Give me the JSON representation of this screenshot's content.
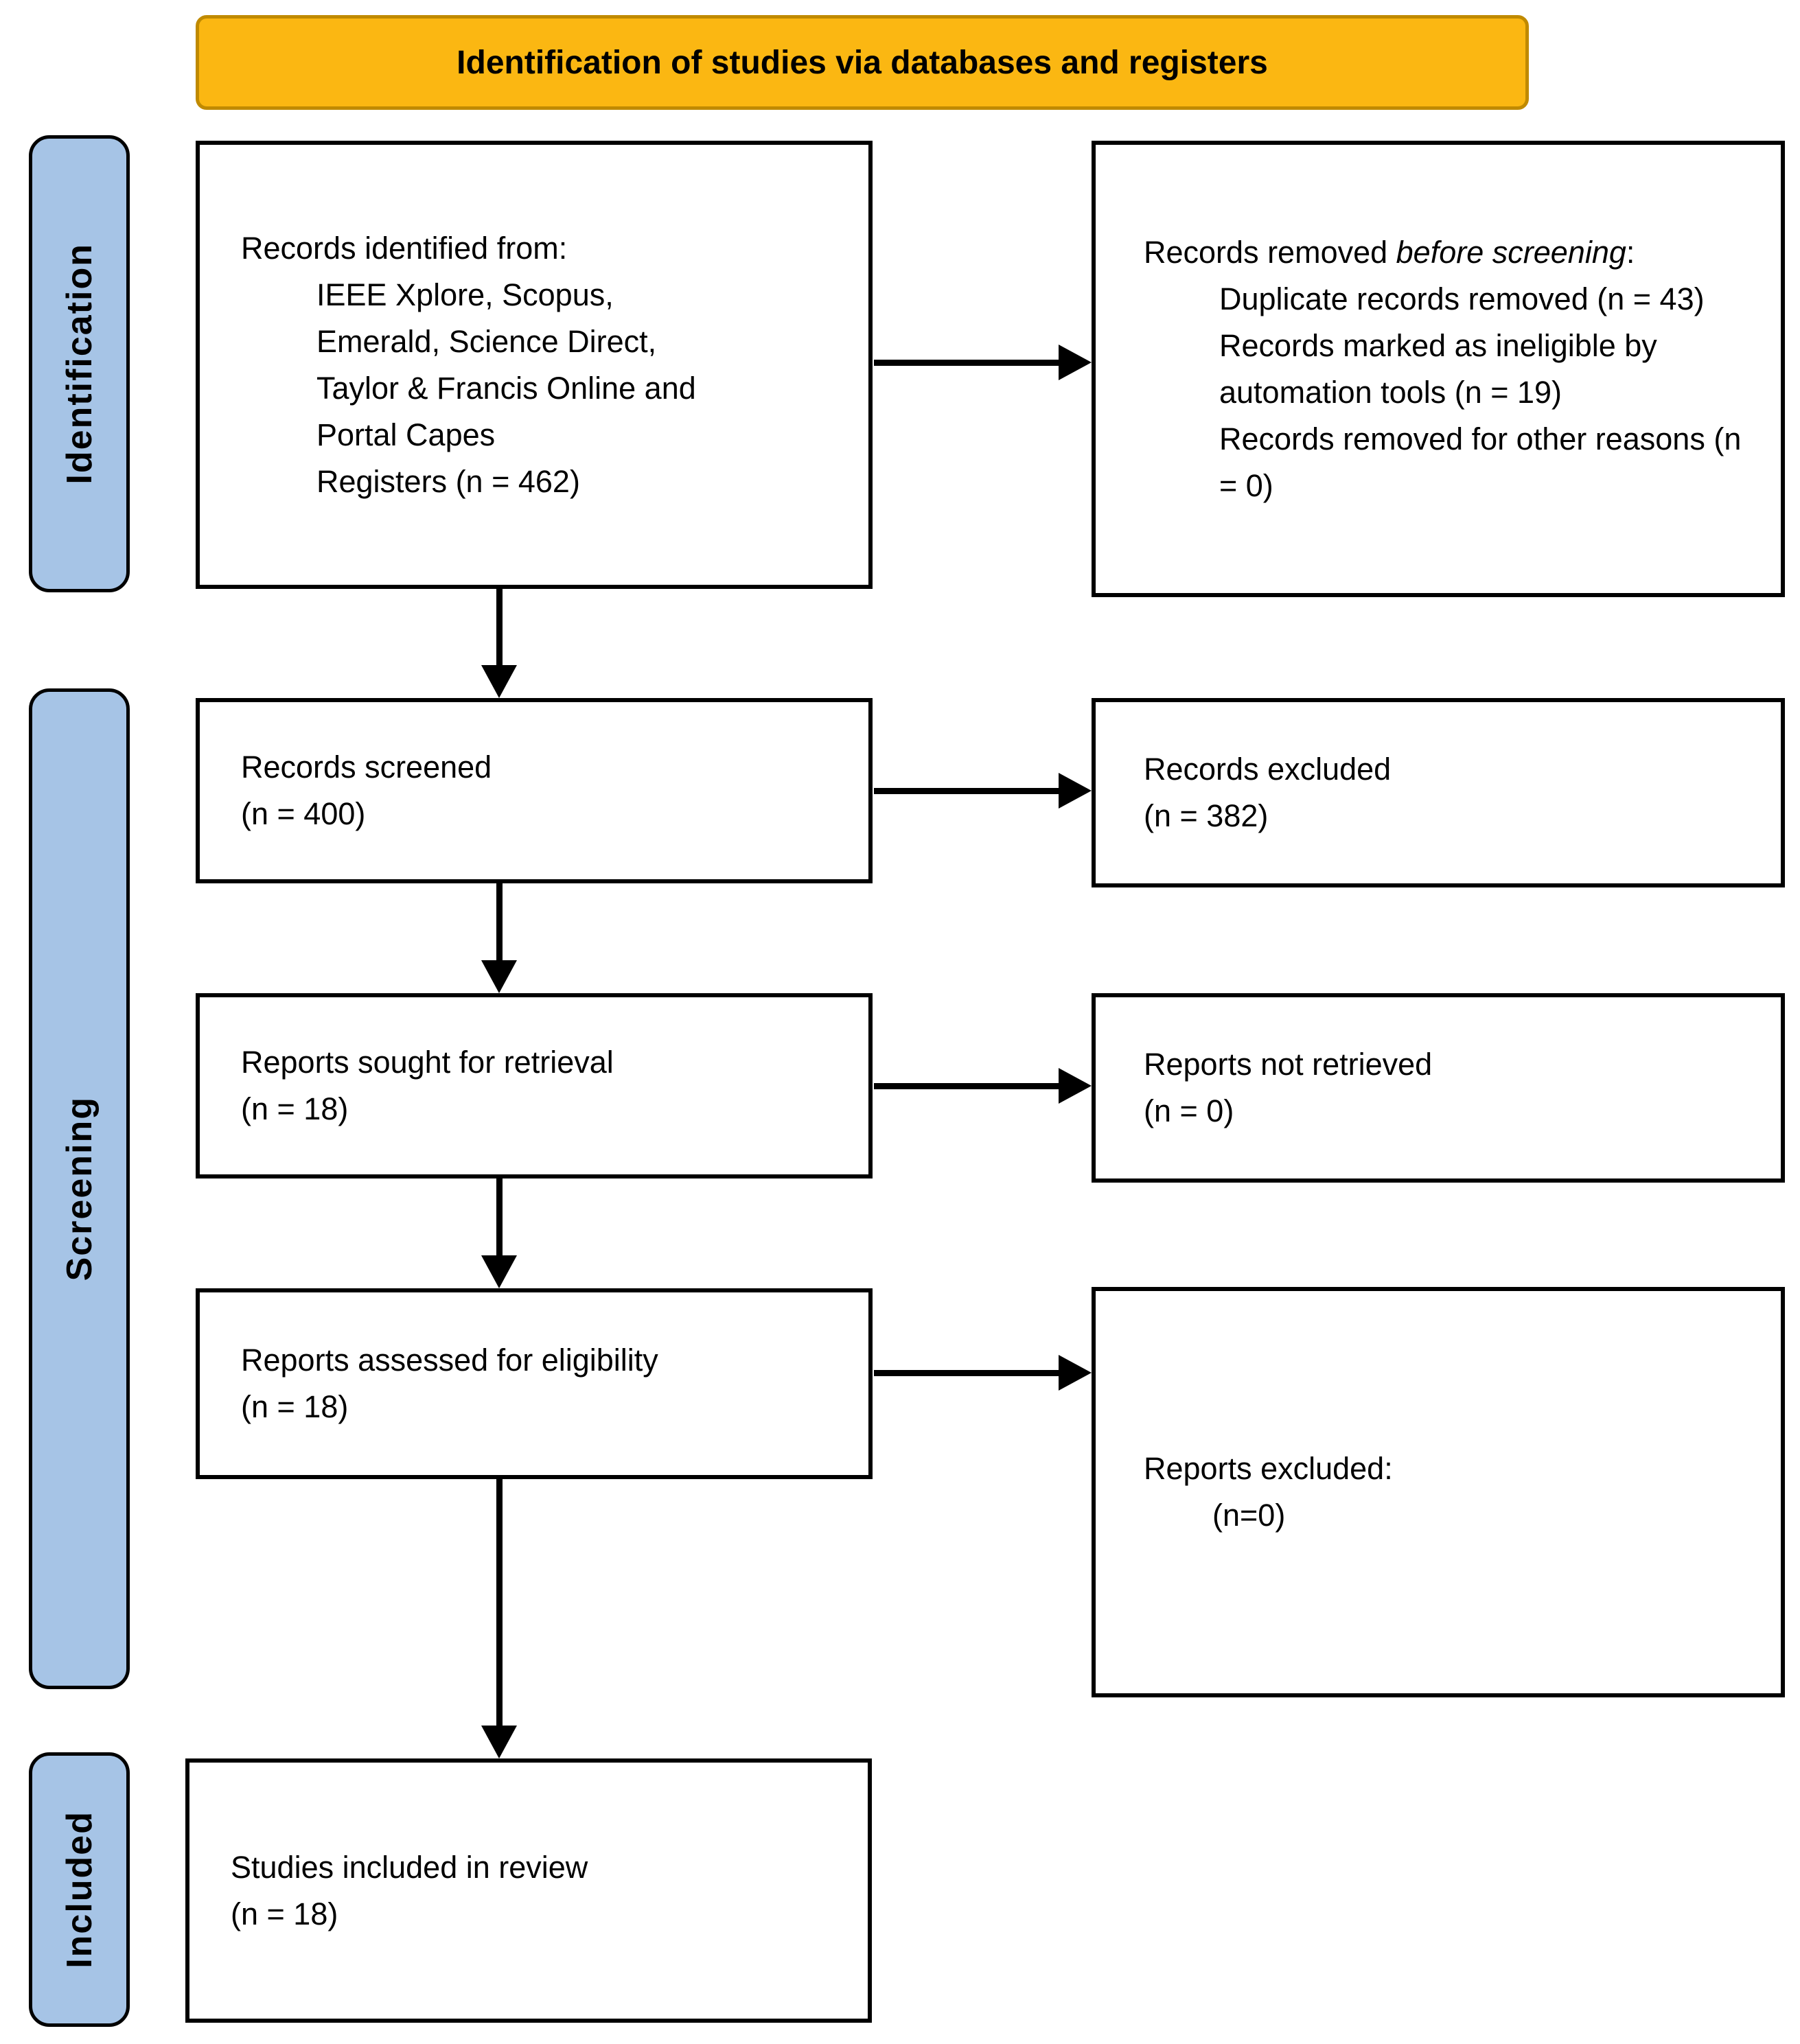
{
  "title_banner": "Identification of studies via databases and registers",
  "stages": {
    "identification": "Identification",
    "screening": "Screening",
    "included": "Included"
  },
  "boxes": {
    "records_identified": {
      "intro": "Records identified from:",
      "sources_lines": [
        "IEEE Xplore, Scopus,",
        "Emerald, Science Direct,",
        "Taylor & Francis Online and",
        "Portal Capes",
        "Registers (n = 462)"
      ]
    },
    "records_removed": {
      "intro_prefix": "Records removed ",
      "intro_italic": "before screening",
      "intro_suffix": ":",
      "items": [
        "Duplicate records removed (n = 43)",
        "Records marked as ineligible by automation tools (n = 19)",
        "Records removed for other reasons (n = 0)"
      ]
    },
    "records_screened": {
      "line1": "Records screened",
      "line2": "(n = 400)"
    },
    "records_excluded": {
      "line1": "Records excluded",
      "line2": "(n = 382)"
    },
    "reports_sought": {
      "line1": "Reports sought for retrieval",
      "line2": "(n = 18)"
    },
    "reports_not_retrieved": {
      "line1": "Reports not retrieved",
      "line2": "(n = 0)"
    },
    "reports_assessed": {
      "line1": "Reports assessed for eligibility",
      "line2": "(n = 18)"
    },
    "reports_excluded": {
      "line1": "Reports excluded:",
      "line2": "(n=0)"
    },
    "studies_included": {
      "line1": "Studies included in review",
      "line2": "(n = 18)"
    }
  },
  "colors": {
    "banner_fill": "#FBB712",
    "banner_border": "#C08A00",
    "stage_fill": "#A6C4E6",
    "box_border": "#000000",
    "text": "#000000"
  }
}
